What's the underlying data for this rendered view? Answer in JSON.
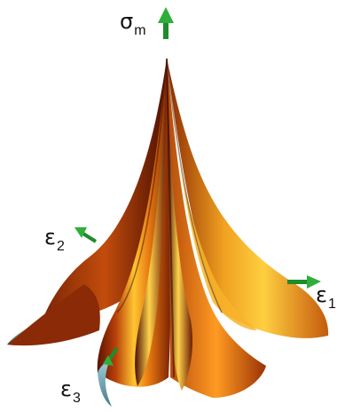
{
  "colors": {
    "surface_light": "#ffc02a",
    "surface_mid": "#e06a10",
    "surface_dark": "#6b1a02",
    "edge_blue": "#6fa3b0",
    "arrow_green": "#1e8c2a",
    "text": "#111111"
  },
  "axes": {
    "sigma": {
      "symbol": "σ",
      "subscript": "m"
    },
    "e1": {
      "symbol": "ε",
      "subscript": "1"
    },
    "e2": {
      "symbol": "ε",
      "subscript": "2"
    },
    "e3": {
      "symbol": "ε",
      "subscript": "3"
    }
  }
}
